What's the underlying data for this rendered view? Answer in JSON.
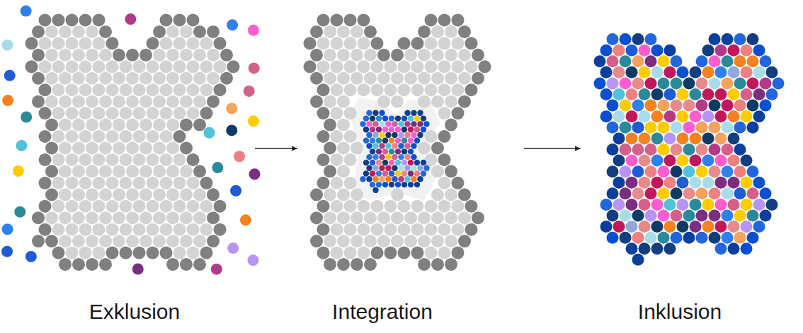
{
  "diagram": {
    "nodes": [
      {
        "text": [
          "Exklusion"
        ]
      },
      {
        "text": [
          "Integration"
        ]
      },
      {
        "text": [
          "Inklusion"
        ]
      }
    ],
    "edges": [
      {
        "from": 0,
        "to": 1,
        "arrow": "to"
      },
      {
        "from": 1,
        "to": 2,
        "arrow": "to"
      }
    ]
  }
}
